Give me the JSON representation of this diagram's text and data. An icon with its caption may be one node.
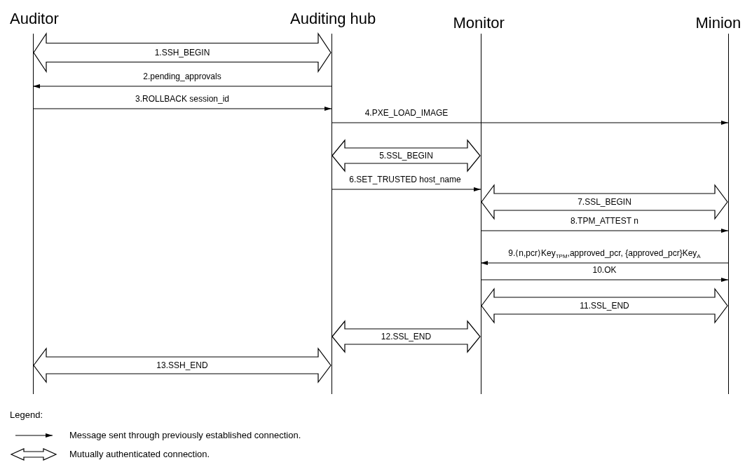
{
  "diagram": {
    "nodes": [
      {
        "text": [
          "Auditor"
        ]
      },
      {
        "text": [
          "Auditing hub"
        ]
      },
      {
        "text": [
          "Monitor"
        ]
      },
      {
        "text": [
          "Minion"
        ]
      }
    ],
    "edges": [
      {
        "from": 0,
        "to": 1,
        "arrow": "both",
        "label": "1.SSH_BEGIN",
        "style": "thick"
      },
      {
        "from": 1,
        "to": 0,
        "arrow": "to",
        "label": "2.pending_approvals"
      },
      {
        "from": 0,
        "to": 1,
        "arrow": "to",
        "label": "3.ROLLBACK session_id"
      },
      {
        "from": 1,
        "to": 3,
        "arrow": "to",
        "label": "4.PXE_LOAD_IMAGE"
      },
      {
        "from": 1,
        "to": 2,
        "arrow": "both",
        "label": "5.SSL_BEGIN",
        "style": "thick"
      },
      {
        "from": 1,
        "to": 2,
        "arrow": "to",
        "label": "6.SET_TRUSTED host_name"
      },
      {
        "from": 2,
        "to": 3,
        "arrow": "both",
        "label": "7.SSL_BEGIN",
        "style": "thick"
      },
      {
        "from": 2,
        "to": 3,
        "arrow": "to",
        "label": "8.TPM_ATTEST n"
      },
      {
        "from": 3,
        "to": 2,
        "arrow": "to",
        "label": "9.⟨n,pcr⟩Key$_{TPM}$,approved_pcr, {approved_pcr}Key$_{A}$"
      },
      {
        "from": 2,
        "to": 3,
        "arrow": "to",
        "label": "10.OK"
      },
      {
        "from": 2,
        "to": 3,
        "arrow": "both",
        "label": "11.SSL_END",
        "style": "thick"
      },
      {
        "from": 1,
        "to": 2,
        "arrow": "both",
        "label": "12.SSL_END",
        "style": "thick"
      },
      {
        "from": 0,
        "to": 1,
        "arrow": "both",
        "label": "13.SSH_END",
        "style": "thick"
      }
    ],
    "labels": [
      "Legend:"
    ],
    "legend": [
      {
        "text": "Message sent through previously established connection."
      },
      {
        "text": "Mutually authenticated connection."
      }
    ]
  }
}
